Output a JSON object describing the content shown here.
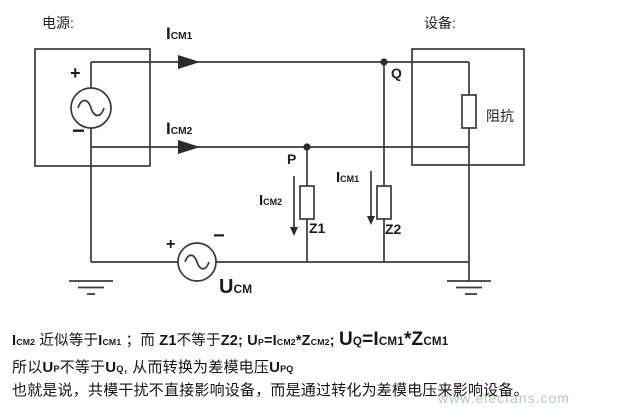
{
  "colors": {
    "background": "#ffffff",
    "line": "#3a3a3a",
    "text": "#1f1f1f",
    "watermark_green": "#a3c6a3"
  },
  "diagram": {
    "power_label": "电源:",
    "device_label": "设备:",
    "impedance_label": "阻抗",
    "point_p": "P",
    "point_q": "Q",
    "z1_label": "Z1",
    "z2_label": "Z2",
    "icm1_top": [
      {
        "t": "I"
      },
      {
        "t": "CM1",
        "s": 1
      }
    ],
    "icm2_mid": [
      {
        "t": "I"
      },
      {
        "t": "CM2",
        "s": 1
      }
    ],
    "icm2_branch": [
      {
        "t": "I"
      },
      {
        "t": "CM2",
        "s": 1
      }
    ],
    "icm1_branch": [
      {
        "t": "I"
      },
      {
        "t": "CM1",
        "s": 1
      }
    ],
    "ucm_label": [
      {
        "t": "U"
      },
      {
        "t": "CM",
        "s": 1
      }
    ],
    "power_plus": "+",
    "power_minus": "−",
    "ucm_plus": "+",
    "ucm_minus": "−"
  },
  "caption": {
    "line1": [
      {
        "t": "I",
        "b": 1
      },
      {
        "t": "CM2",
        "s": 1,
        "b": 1
      },
      {
        "t": " 近似等于"
      },
      {
        "t": "I",
        "b": 1
      },
      {
        "t": "CM1",
        "s": 1,
        "b": 1
      },
      {
        "t": " ；而 "
      },
      {
        "t": "Z1",
        "b": 1
      },
      {
        "t": "不等于"
      },
      {
        "t": "Z2; ",
        "b": 1
      },
      {
        "t": "U",
        "b": 1
      },
      {
        "t": "P",
        "s": 1,
        "b": 1
      },
      {
        "t": "=I",
        "b": 1
      },
      {
        "t": "CM2",
        "s": 1,
        "b": 1
      },
      {
        "t": "*Z",
        "b": 1
      },
      {
        "t": "CM2",
        "s": 1,
        "b": 1
      },
      {
        "t": "; ",
        "b": 1
      },
      {
        "t": "U",
        "L": 1,
        "b": 1
      },
      {
        "t": "Q",
        "s": 1,
        "L": 1,
        "b": 1
      },
      {
        "t": "=I",
        "L": 1,
        "b": 1
      },
      {
        "t": "CM1",
        "s": 1,
        "L": 1,
        "b": 1
      },
      {
        "t": "*Z",
        "L": 1,
        "b": 1
      },
      {
        "t": "CM1",
        "s": 1,
        "L": 1,
        "b": 1
      }
    ],
    "line2": [
      {
        "t": "所以"
      },
      {
        "t": "U",
        "b": 1
      },
      {
        "t": "P",
        "s": 1,
        "b": 1
      },
      {
        "t": "不等于"
      },
      {
        "t": "U",
        "b": 1
      },
      {
        "t": "Q",
        "s": 1,
        "b": 1
      },
      {
        "t": ", 从而转换为差模电压"
      },
      {
        "t": "U",
        "b": 1
      },
      {
        "t": "PQ",
        "s": 1,
        "b": 1
      }
    ],
    "line3": [
      {
        "t": "也就是说，共模干扰不直接影响设备，而是通过转化为差模电压来影响设备。"
      }
    ]
  },
  "watermark": "www.elecfans.com"
}
